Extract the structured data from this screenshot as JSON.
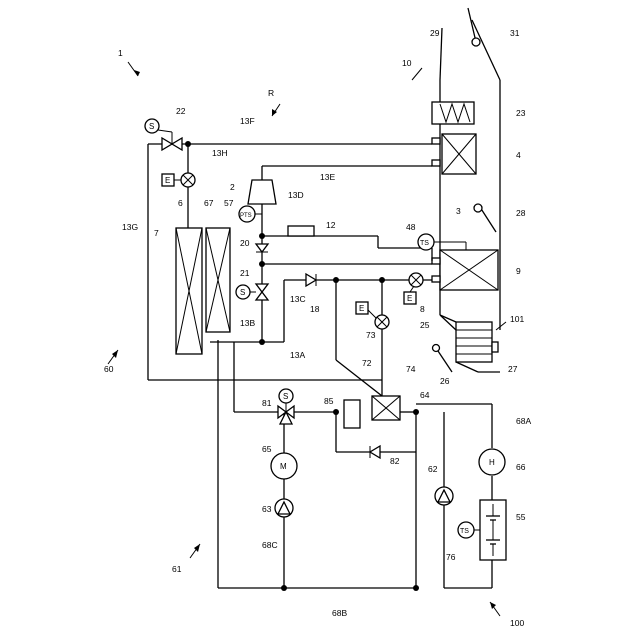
{
  "labels": {
    "n1": "1",
    "n2": "2",
    "n3": "3",
    "n4": "4",
    "n6": "6",
    "n7": "7",
    "n8": "8",
    "n9": "9",
    "n10": "10",
    "n12": "12",
    "n13A": "13A",
    "n13B": "13B",
    "n13C": "13C",
    "n13D": "13D",
    "n13E": "13E",
    "n13F": "13F",
    "n13G": "13G",
    "n13H": "13H",
    "n18": "18",
    "n20": "20",
    "n21": "21",
    "n22": "22",
    "n23": "23",
    "n25": "25",
    "n26": "26",
    "n27": "27",
    "n28": "28",
    "n29": "29",
    "n31": "31",
    "n48": "48",
    "n55": "55",
    "n57": "57",
    "n60": "60",
    "n61": "61",
    "n62": "62",
    "n63": "63",
    "n64": "64",
    "n65": "65",
    "n66": "66",
    "n67": "67",
    "n68A": "68A",
    "n68B": "68B",
    "n68C": "68C",
    "n72": "72",
    "n73": "73",
    "n74": "74",
    "n76": "76",
    "n81": "81",
    "n82": "82",
    "n85": "85",
    "n100": "100",
    "n101": "101",
    "nR": "R"
  },
  "symbols": {
    "sensor_s": "S",
    "valve_e": "E",
    "temp_sensor": "TS",
    "press_temp_sensor": "PTS",
    "motor": "M",
    "heater": "H"
  }
}
